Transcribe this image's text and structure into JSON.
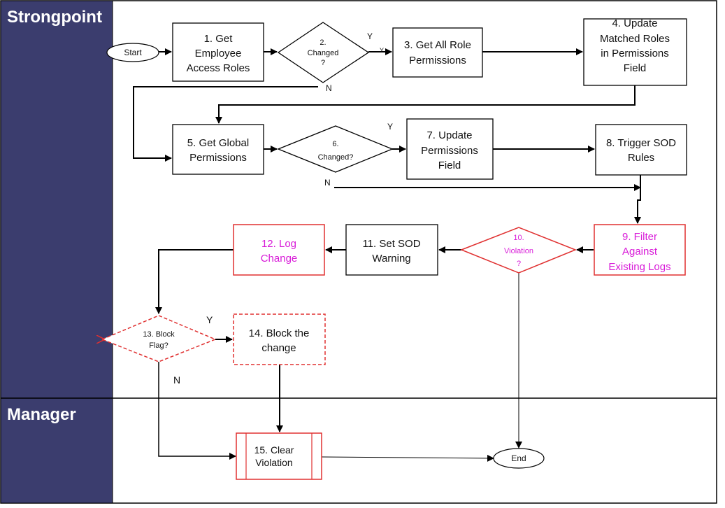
{
  "colors": {
    "lane_header": "#3b3d6e",
    "normal_stroke": "#000000",
    "highlight_stroke": "#e03030",
    "highlight_text": "#d81bd8"
  },
  "lanes": [
    {
      "id": "strongpoint",
      "label": "Strongpoint"
    },
    {
      "id": "manager",
      "label": "Manager"
    }
  ],
  "terminals": {
    "start": "Start",
    "end": "End"
  },
  "nodes": [
    {
      "id": "n1",
      "lines": [
        "1. Get",
        "Employee",
        "Access Roles"
      ]
    },
    {
      "id": "n2",
      "lines": [
        "2.",
        "Changed",
        "?"
      ]
    },
    {
      "id": "n3",
      "lines": [
        "3. Get All Role",
        "Permissions"
      ]
    },
    {
      "id": "n4",
      "lines": [
        "4. Update",
        "Matched Roles",
        "in Permissions",
        "Field"
      ]
    },
    {
      "id": "n5",
      "lines": [
        "5. Get Global",
        "Permissions"
      ]
    },
    {
      "id": "n6",
      "lines": [
        "6.",
        "Changed?"
      ]
    },
    {
      "id": "n7",
      "lines": [
        "7. Update",
        "Permissions",
        "Field"
      ]
    },
    {
      "id": "n8",
      "lines": [
        "8. Trigger SOD",
        "Rules"
      ]
    },
    {
      "id": "n9",
      "lines": [
        "9. Filter",
        "Against",
        "Existing Logs"
      ]
    },
    {
      "id": "n10",
      "lines": [
        "10.",
        "Violation",
        "?"
      ]
    },
    {
      "id": "n11",
      "lines": [
        "11. Set SOD",
        "Warning"
      ]
    },
    {
      "id": "n12",
      "lines": [
        "12. Log",
        "Change"
      ]
    },
    {
      "id": "n13",
      "lines": [
        "13. Block",
        "Flag?"
      ]
    },
    {
      "id": "n14",
      "lines": [
        "14. Block the",
        "change"
      ]
    },
    {
      "id": "n15",
      "lines": [
        "15. Clear",
        "Violation"
      ]
    }
  ],
  "edge_labels": {
    "d2_yes": "Y",
    "d2_yes_small": "Y",
    "d2_no": "N",
    "d6_yes": "Y",
    "d6_no": "N",
    "d13_yes": "Y",
    "d13_no": "N"
  }
}
